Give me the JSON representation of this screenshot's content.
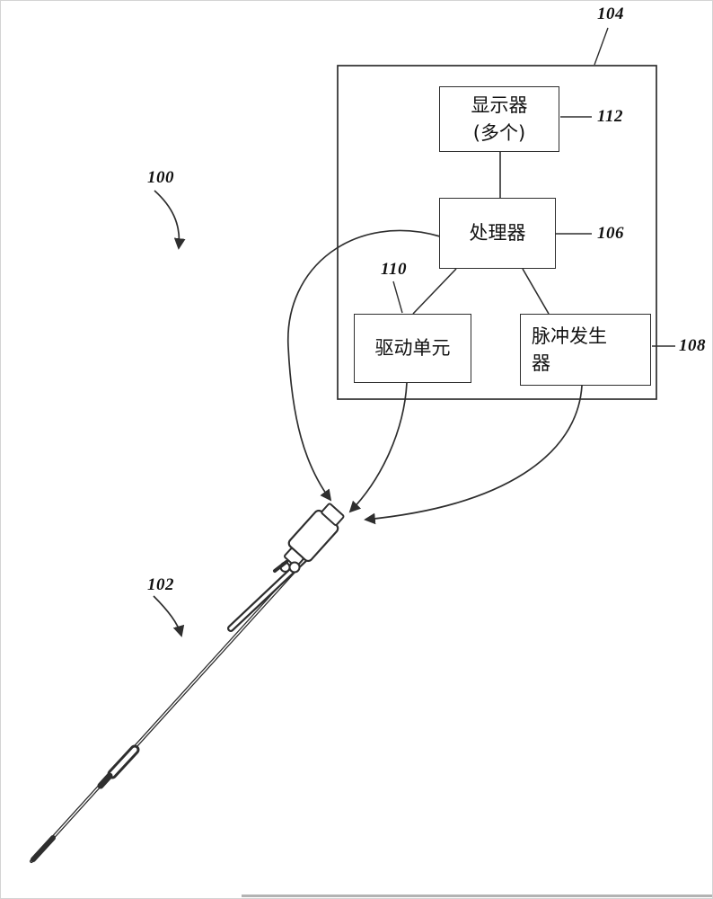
{
  "diagram": {
    "refs": {
      "system": "100",
      "device": "102",
      "console": "104",
      "processor": "106",
      "pulse_generator": "108",
      "drive_unit": "110",
      "display": "112"
    },
    "nodes": {
      "display": "显示器\n(多个)",
      "processor": "处理器",
      "drive_unit": "驱动单元",
      "pulse_generator": "脉冲发生\n器"
    }
  }
}
